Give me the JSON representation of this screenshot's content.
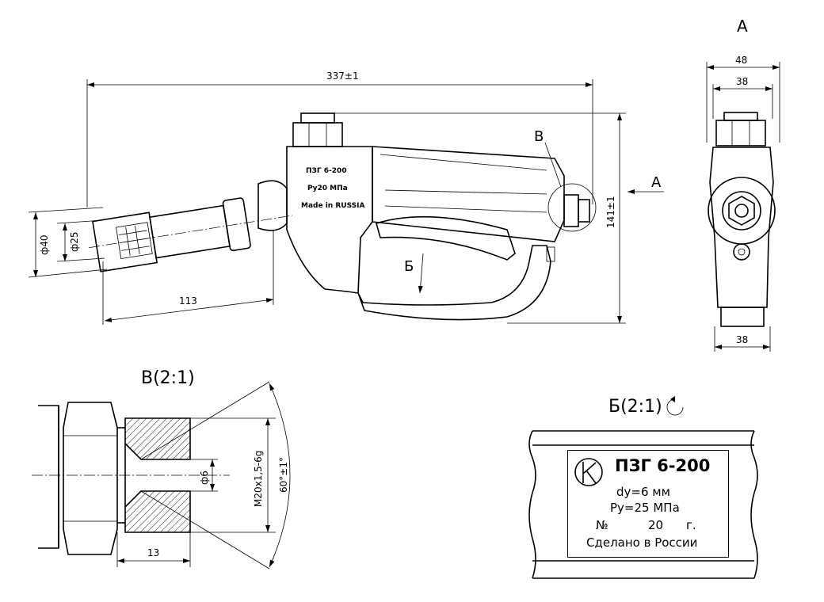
{
  "views": {
    "view_a_label": "А",
    "view_a_arrow_label": "А",
    "view_b_label": "В",
    "view_b_detail_title": "В(2:1)",
    "view_be_arrow_label": "Б",
    "view_be_detail_title": "Б(2:1)"
  },
  "dimensions": {
    "overall_length": "337±1",
    "height": "141±1",
    "diameter_outer": "ф40",
    "diameter_inner": "ф25",
    "spout_length": "113",
    "width_48": "48",
    "width_38_top": "38",
    "width_38_bottom": "38",
    "thread": "M20x1,5-6g",
    "cone_angle": "60°±1°",
    "bore": "ф6",
    "detail_length": "13"
  },
  "body_marking": {
    "line1": "ПЗГ 6-200",
    "line2": "Ру20 МПа",
    "line3": "Made in RUSSIA"
  },
  "nameplate": {
    "title": "ПЗГ 6-200",
    "dy": "dy=6 мм",
    "pressure": "Ру=25 МПа",
    "serial_prefix": "№",
    "year": "20",
    "year_suffix": "г.",
    "made_in": "Сделано в России"
  }
}
